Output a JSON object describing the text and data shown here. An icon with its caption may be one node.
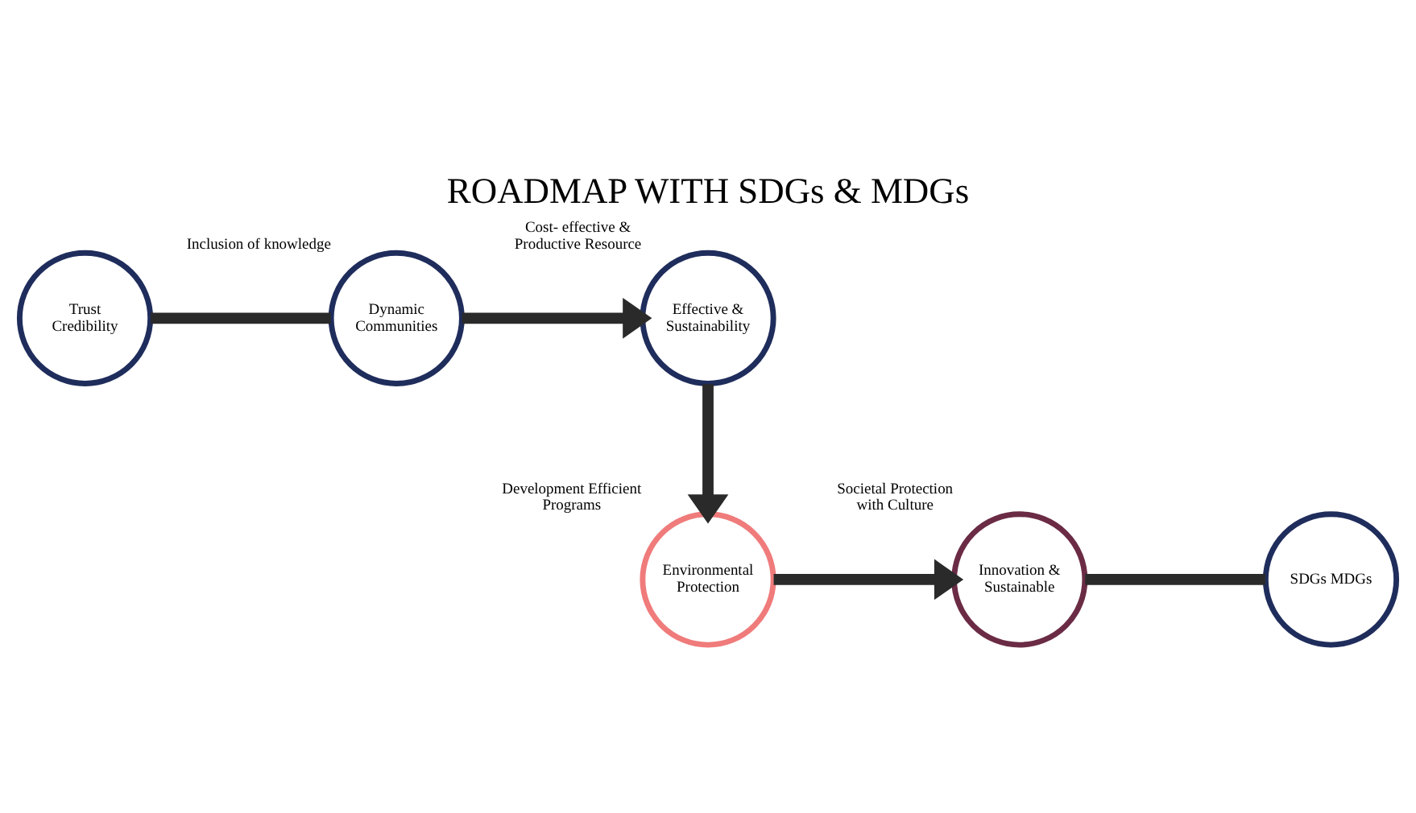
{
  "diagram": {
    "title": "ROADMAP WITH SDGs & MDGs",
    "nodes": [
      {
        "text": [
          "Trust Credibility"
        ]
      },
      {
        "text": [
          "Dynamic Communities"
        ],
        "beside": [
          "Inclusion of knowledge"
        ]
      },
      {
        "text": [
          "Effective & Sustainability"
        ],
        "beside": [
          "Cost- effective & Productive Resource"
        ]
      },
      {
        "text": [
          "Environmental Protection"
        ],
        "beside": [
          "Development Efficient Programs"
        ]
      },
      {
        "text": [
          "Innovation & Sustainable"
        ],
        "beside": [
          "Societal Protection with Culture"
        ]
      },
      {
        "text": [
          "SDGs MDGs"
        ]
      }
    ],
    "edges": [
      {
        "from": 0,
        "to": 1,
        "arrow": "none"
      },
      {
        "from": 1,
        "to": 2,
        "arrow": "to"
      },
      {
        "from": 2,
        "to": 3,
        "arrow": "to"
      },
      {
        "from": 3,
        "to": 4,
        "arrow": "to"
      },
      {
        "from": 4,
        "to": 5,
        "arrow": "none"
      }
    ]
  }
}
